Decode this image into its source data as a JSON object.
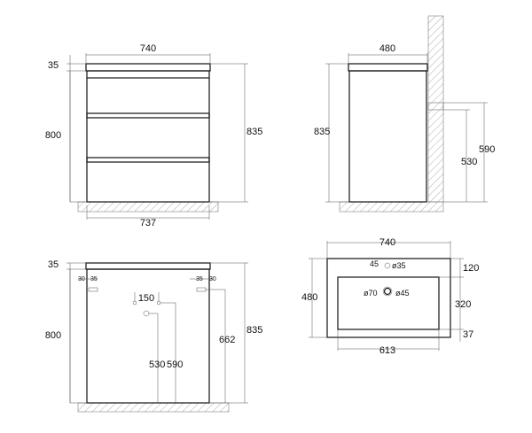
{
  "front_view": {
    "width_top": "740",
    "top_thickness": "35",
    "body_height": "800",
    "total_height": "835",
    "width_bottom": "737"
  },
  "side_view": {
    "depth": "480",
    "total_height": "835",
    "pipe_height_1": "590",
    "pipe_height_2": "530"
  },
  "back_view": {
    "top_thickness": "35",
    "body_height": "800",
    "total_height": "835",
    "rail_height": "662",
    "hole_spacing": "150",
    "outlet_height_1": "530",
    "outlet_height_2": "590",
    "left_offset_a": "30",
    "left_offset_b": "35",
    "right_offset_a": "35",
    "right_offset_b": "30"
  },
  "top_view": {
    "width": "740",
    "depth": "480",
    "basin_width": "613",
    "back_margin": "120",
    "basin_depth": "320",
    "front_margin": "37",
    "tap_offset": "45",
    "tap_hole": "ø35",
    "drain_outer": "ø70",
    "drain_inner": "ø45"
  }
}
